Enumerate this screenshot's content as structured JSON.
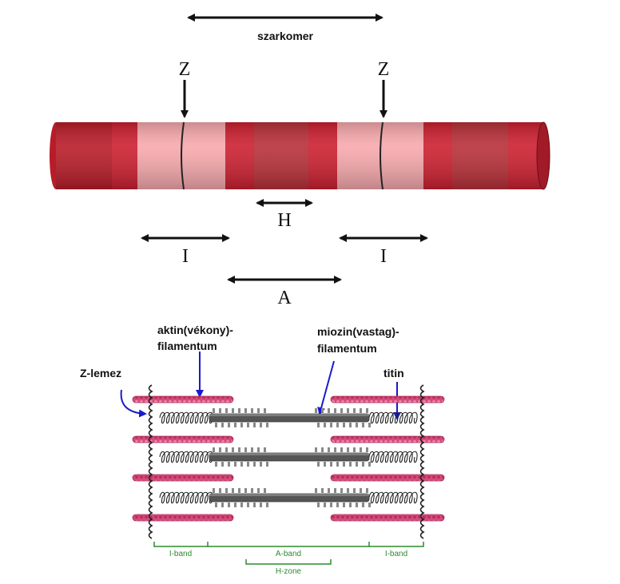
{
  "top": {
    "sarcomere_label": "szarkomer",
    "z_left": "Z",
    "z_right": "Z",
    "h_label": "H",
    "i_left": "I",
    "i_right": "I",
    "a_label": "A"
  },
  "bottom": {
    "actin_label_line1": "aktin(vékony)-",
    "actin_label_line2": "filamentum",
    "myosin_label_line1": "miozin(vastag)-",
    "myosin_label_line2": "filamentum",
    "z_disc_label": "Z-lemez",
    "titin_label": "titin",
    "i_band_left": "I-band",
    "a_band": "A-band",
    "i_band_right": "I-band",
    "h_zone": "H-zone"
  },
  "colors": {
    "dark_red": "#b81c28",
    "mid_red": "#c8303a",
    "pink": "#f4a6aa",
    "actin_pink": "#d84a7a",
    "myosin_gray": "#7a7a7a",
    "arrow_blue": "#1a1acc",
    "band_green": "#2e8b2e"
  }
}
